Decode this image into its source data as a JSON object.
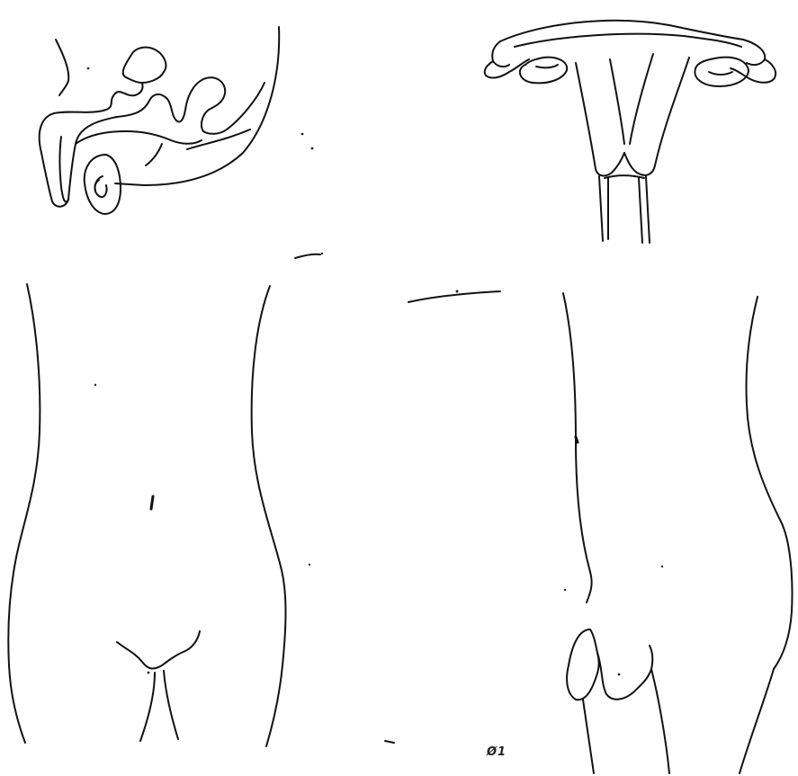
{
  "sheet": {
    "background": "#ffffff",
    "ink": "#111111",
    "drawings": [
      {
        "id": "sagittal-pelvis-sketch",
        "position": "top-left"
      },
      {
        "id": "uterus-adnexa-sketch",
        "position": "top-right"
      },
      {
        "id": "front-torso-outline",
        "position": "bottom-left"
      },
      {
        "id": "side-torso-outline",
        "position": "bottom-right"
      }
    ],
    "page_mark": "Ø1"
  }
}
